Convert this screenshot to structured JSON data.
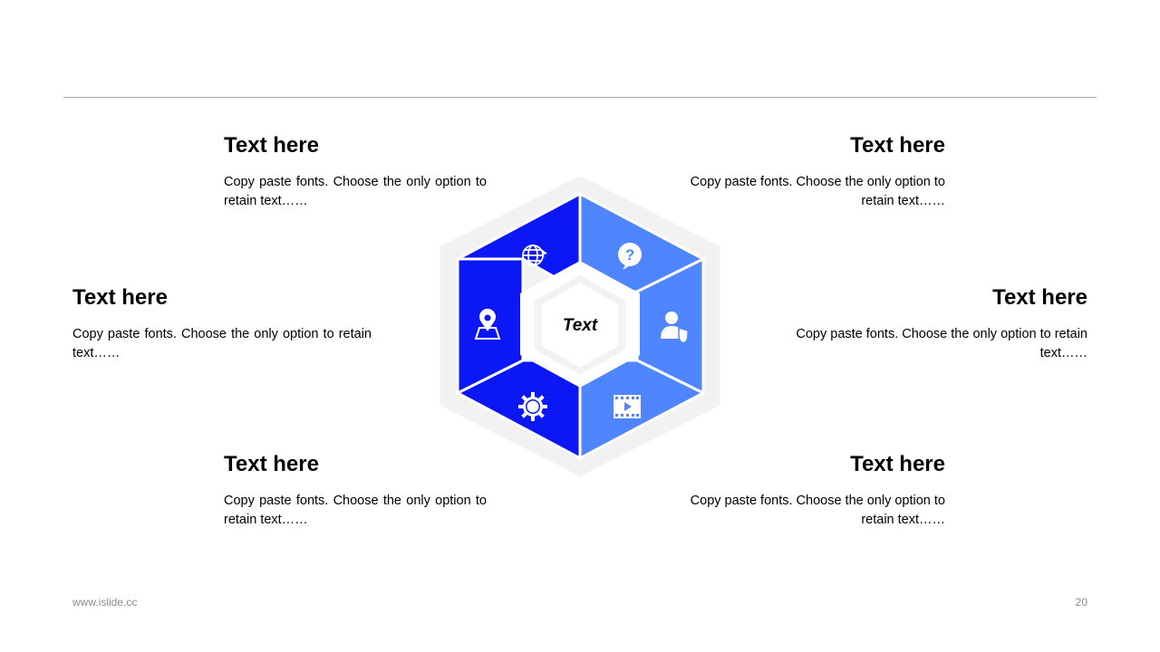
{
  "blocks": {
    "top_left": {
      "title": "Text here",
      "body": "Copy paste fonts. Choose the only option to retain text……"
    },
    "top_right": {
      "title": "Text here",
      "body": "Copy paste fonts. Choose the only option to retain text……"
    },
    "middle_left": {
      "title": "Text here",
      "body": "Copy paste fonts. Choose the only option to retain text……"
    },
    "middle_right": {
      "title": "Text here",
      "body": "Copy paste fonts. Choose the only option to retain text……"
    },
    "bottom_left": {
      "title": "Text here",
      "body": "Copy paste fonts. Choose the only option to retain text……"
    },
    "bottom_right": {
      "title": "Text here",
      "body": "Copy paste fonts. Choose the only option to retain text……"
    }
  },
  "hexagon": {
    "center_label": "Text",
    "segments": [
      {
        "position": "top-left",
        "icon": "globe-plane-icon",
        "color": "#0b17f5"
      },
      {
        "position": "top-right",
        "icon": "question-bubble-icon",
        "color": "#4f86ff"
      },
      {
        "position": "right",
        "icon": "user-shield-icon",
        "color": "#4f86ff"
      },
      {
        "position": "bottom-right",
        "icon": "video-film-icon",
        "color": "#4f86ff"
      },
      {
        "position": "bottom-left",
        "icon": "sun-gear-icon",
        "color": "#0b17f5"
      },
      {
        "position": "left",
        "icon": "map-pin-icon",
        "color": "#0b17f5"
      }
    ],
    "frame_color": "#f2f2f2"
  },
  "footer": {
    "url": "www.islide.cc",
    "page_number": "20"
  }
}
